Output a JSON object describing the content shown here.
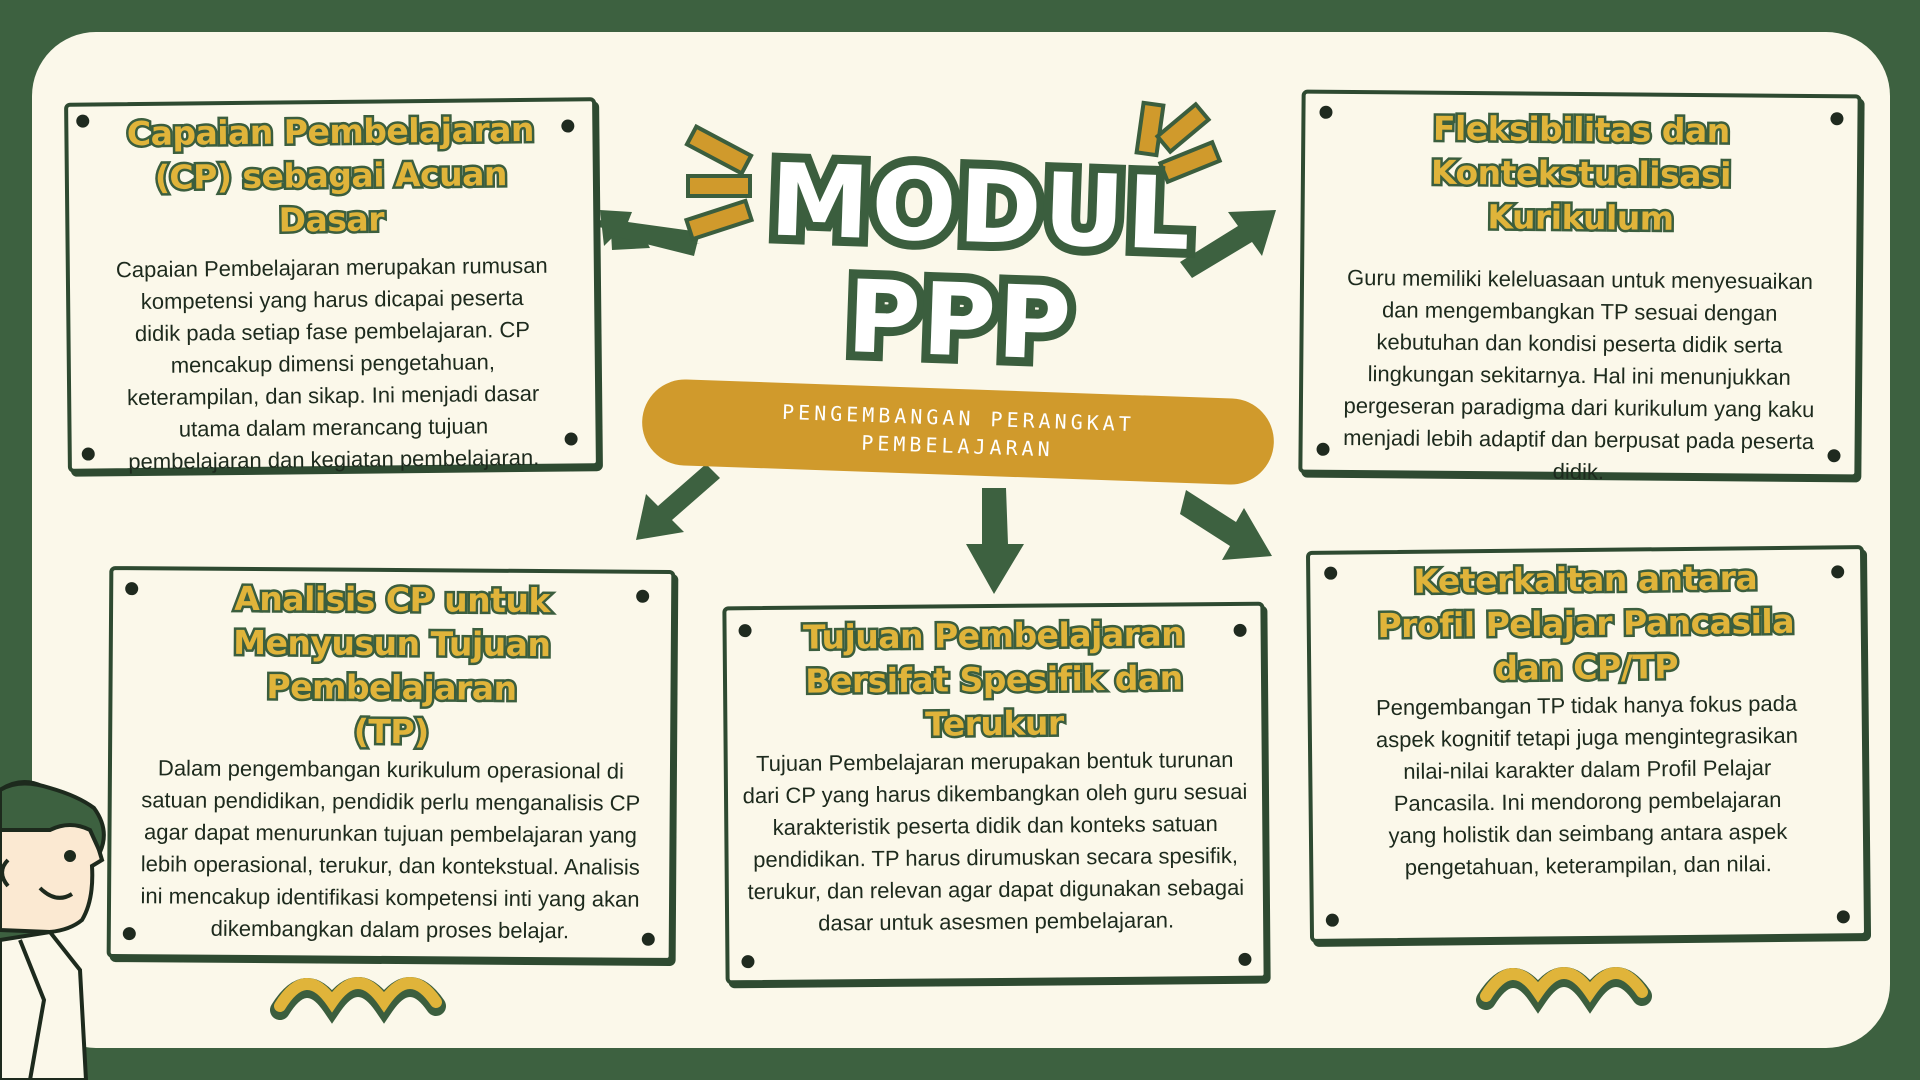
{
  "header": {
    "title_line1": "MODUL",
    "title_line2": "PPP",
    "subtitle": "PENGEMBANGAN PERANGKAT PEMBELAJARAN"
  },
  "cards": [
    {
      "title": "Capaian Pembelajaran (CP) sebagai Acuan Dasar",
      "body": "Capaian Pembelajaran merupakan rumusan kompetensi yang harus dicapai peserta didik pada setiap fase pembelajaran. CP mencakup dimensi pengetahuan, keterampilan, dan sikap. Ini menjadi dasar utama dalam merancang tujuan pembelajaran dan kegiatan pembelajaran."
    },
    {
      "title": "Fleksibilitas dan Kontekstualisasi Kurikulum",
      "body": "Guru memiliki keleluasaan untuk menyesuaikan dan mengembangkan TP sesuai dengan kebutuhan dan kondisi peserta didik serta lingkungan sekitarnya. Hal ini menunjukkan pergeseran paradigma dari kurikulum yang kaku menjadi lebih adaptif dan berpusat pada peserta didik."
    },
    {
      "title": "Analisis CP untuk Menyusun Tujuan Pembelajaran (TP)",
      "body": "Dalam pengembangan kurikulum operasional di satuan pendidikan, pendidik perlu menganalisis CP agar dapat menurunkan tujuan pembelajaran yang lebih operasional, terukur, dan kontekstual. Analisis ini mencakup identifikasi kompetensi inti yang akan dikembangkan dalam proses belajar."
    },
    {
      "title": "Tujuan Pembelajaran Bersifat Spesifik dan Terukur",
      "body": "Tujuan Pembelajaran merupakan bentuk turunan dari CP yang harus dikembangkan oleh guru sesuai karakteristik peserta didik dan konteks satuan pendidikan. TP harus dirumuskan secara spesifik, terukur, dan relevan agar dapat digunakan sebagai dasar untuk asesmen pembelajaran."
    },
    {
      "title": "Keterkaitan antara Profil Pelajar Pancasila dan CP/TP",
      "body": "Pengembangan TP tidak hanya fokus pada aspek kognitif tetapi juga mengintegrasikan nilai-nilai karakter dalam Profil Pelajar Pancasila. Ini mendorong pembelajaran yang holistik dan seimbang antara aspek pengetahuan, keterampilan, dan nilai."
    }
  ],
  "colors": {
    "frame": "#3d6140",
    "paper": "#fbf8ea",
    "accent": "#d09a2c",
    "title_fill": "#e0b43a",
    "ink": "#2e4a31"
  },
  "icons": [
    "arrow-icon",
    "sparkle-icon",
    "zigzag-icon",
    "teacher-illustration"
  ]
}
